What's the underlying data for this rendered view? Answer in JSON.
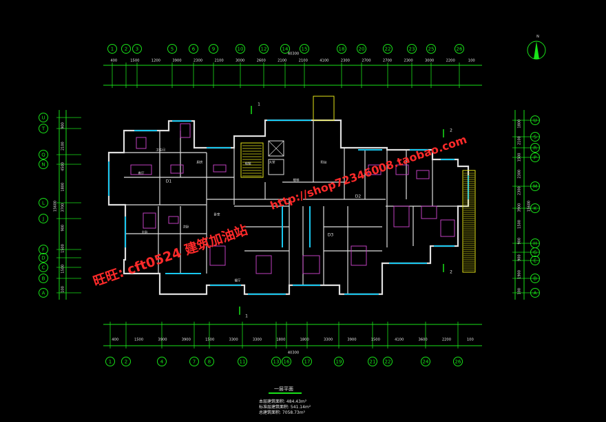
{
  "colors": {
    "background": "#000000",
    "grid_bubble": "#19e319",
    "dim_text": "#e6e6e6",
    "wall": "#e0e0e0",
    "window": "#19c8f0",
    "furniture": "#c040c0",
    "stair": "#e6e619",
    "watermark": "#ff2a2a"
  },
  "top_axes": [
    "1",
    "2",
    "3",
    "5",
    "6",
    "9",
    "10",
    "12",
    "14",
    "15",
    "18",
    "20",
    "22",
    "23",
    "25",
    "26"
  ],
  "top_dims": [
    "400",
    "1500",
    "1200",
    "3900",
    "2300",
    "2100",
    "3000",
    "2600",
    "2100",
    "2100",
    "4100",
    "2300",
    "2700",
    "2700",
    "2300",
    "3000",
    "2200",
    "100"
  ],
  "top_total": "40300",
  "bottom_axes": [
    "1",
    "2",
    "4",
    "7",
    "8",
    "11",
    "13",
    "16",
    "17",
    "19",
    "21",
    "22",
    "24",
    "26"
  ],
  "bottom_dims": [
    "400",
    "1500",
    "3900",
    "3900",
    "1500",
    "3300",
    "3300",
    "1800",
    "1800",
    "3300",
    "3900",
    "1500",
    "4100",
    "3600",
    "2200",
    "100"
  ],
  "bottom_total": "40300",
  "left_axes": [
    "U",
    "T",
    "Q",
    "N",
    "L",
    "J",
    "F",
    "D",
    "C",
    "B",
    "A"
  ],
  "left_dims": [
    "900",
    "2100",
    "4500",
    "1800",
    "3700",
    "900",
    "1500",
    "1500",
    "100"
  ],
  "left_total": "15600",
  "right_axes": [
    "U",
    "S",
    "R",
    "P",
    "M",
    "K",
    "H",
    "G",
    "E",
    "B",
    "A"
  ],
  "right_dims": [
    "1800",
    "2100",
    "1500",
    "2300",
    "2300",
    "3900",
    "1500",
    "900",
    "900",
    "1900",
    "100"
  ],
  "right_total": "15600",
  "section_marks": [
    "1",
    "2",
    "2",
    "1"
  ],
  "unit_labels": [
    "D1",
    "D2",
    "D3"
  ],
  "room_labels": [
    "客厅",
    "主卧",
    "次卧",
    "卧室",
    "厨房",
    "卫生间",
    "阳台",
    "餐厅",
    "大堂",
    "电梯",
    "楼梯"
  ],
  "title": {
    "name": "一层平面",
    "line1": "本层建筑面积: 484.43m²",
    "line2": "标准层建筑面积: 541.14m²",
    "line3": "总建筑面积: 7058.73m²"
  },
  "watermarks": {
    "left": "旺旺: cft0524 建筑加油站",
    "right": "http://shop72346008.taobao.com"
  },
  "north": "N"
}
